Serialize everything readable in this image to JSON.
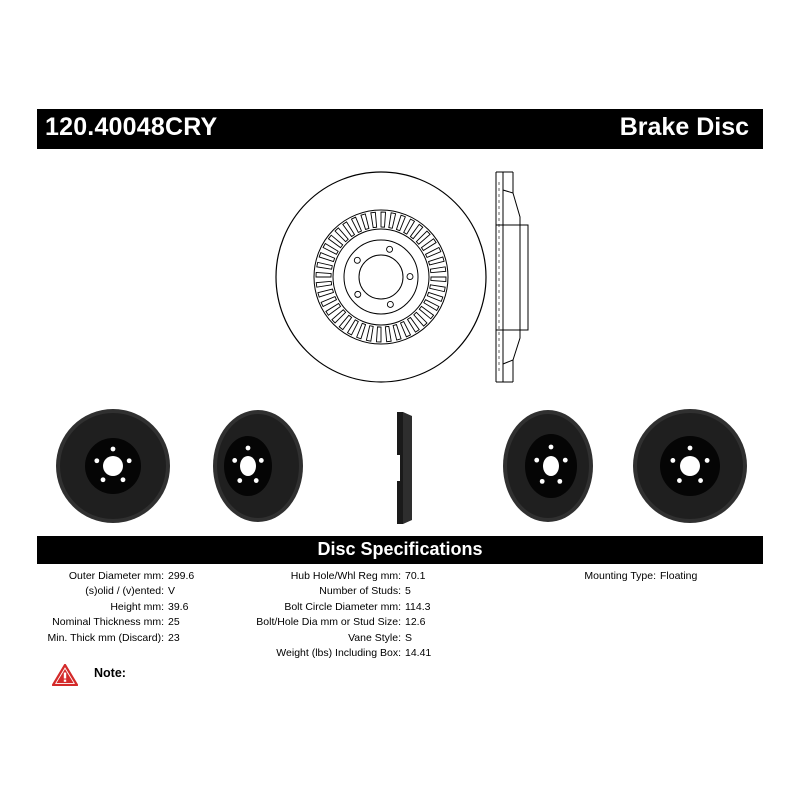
{
  "header": {
    "part_number": "120.40048CRY",
    "product_type": "Brake Disc"
  },
  "specs_title": "Disc Specifications",
  "specs": {
    "col1": [
      {
        "label": "Outer Diameter mm:",
        "value": "299.6"
      },
      {
        "label": "(s)olid / (v)ented:",
        "value": "V"
      },
      {
        "label": "Height mm:",
        "value": "39.6"
      },
      {
        "label": "Nominal Thickness mm:",
        "value": "25"
      },
      {
        "label": "Min. Thick mm (Discard):",
        "value": "23"
      }
    ],
    "col2": [
      {
        "label": "Hub Hole/Whl Reg mm:",
        "value": "70.1"
      },
      {
        "label": "Number of Studs:",
        "value": "5"
      },
      {
        "label": "Bolt Circle Diameter mm:",
        "value": "114.3"
      },
      {
        "label": "Bolt/Hole Dia mm or Stud Size:",
        "value": "12.6"
      },
      {
        "label": "Vane Style:",
        "value": "S"
      },
      {
        "label": "Weight (lbs) Including Box:",
        "value": "14.41"
      }
    ],
    "col3": [
      {
        "label": "Mounting Type:",
        "value": "Floating"
      }
    ]
  },
  "note": {
    "label": "Note:"
  },
  "colors": {
    "bar": "#000000",
    "warning_red": "#d42a2a",
    "rotor_face": "#2b2b2b"
  },
  "icons": [
    "warning-icon"
  ]
}
